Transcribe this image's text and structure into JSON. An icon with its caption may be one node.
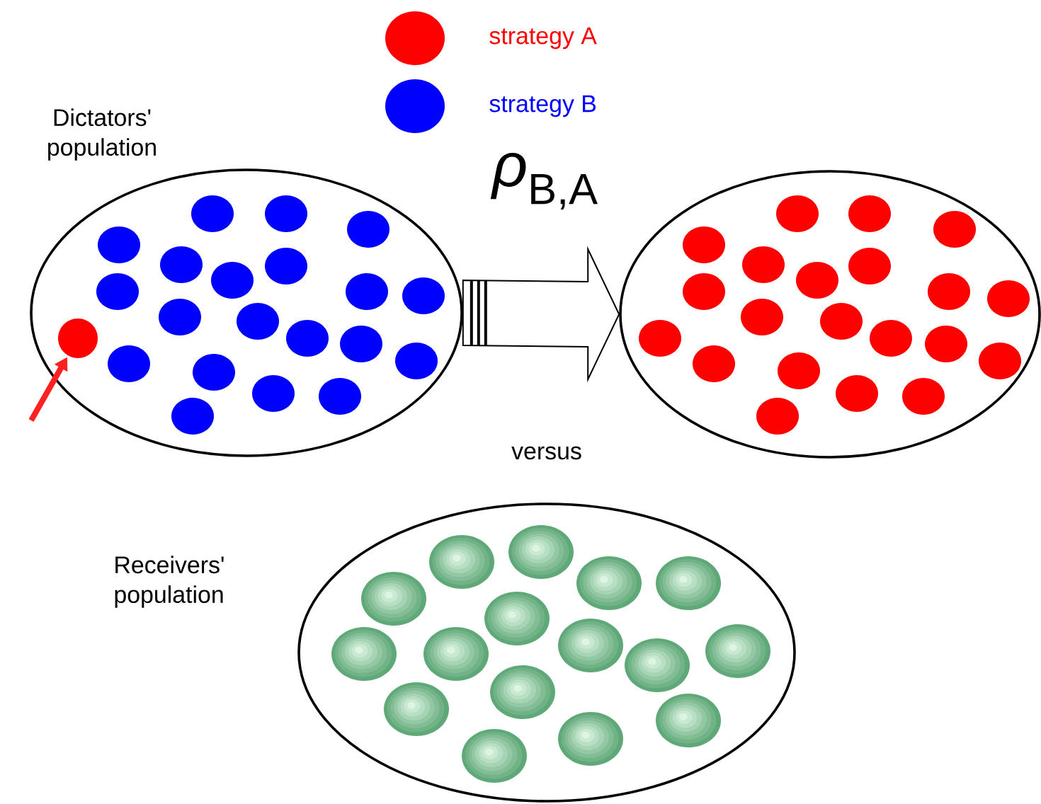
{
  "diagram": {
    "nodes": [
      {
        "text": [
          "Dictators' population"
        ]
      },
      {
        "text": [],
        "shape": "ellipse"
      },
      {
        "text": [
          "Receivers' population"
        ]
      },
      {
        "text": [],
        "shape": "circle",
        "in": 0
      }
    ],
    "edges": [
      {
        "from": 0,
        "to": 1,
        "arrow": "to",
        "label": "*ρ*$_{B,A}$"
      },
      {
        "from": null,
        "to": 3,
        "arrow": "to",
        "color": "#ff2020"
      }
    ],
    "labels": [
      "versus"
    ],
    "legend": [
      {
        "text": "strategy A",
        "color": "#ff0000"
      },
      {
        "text": "strategy B",
        "color": "#0000ff"
      }
    ]
  }
}
